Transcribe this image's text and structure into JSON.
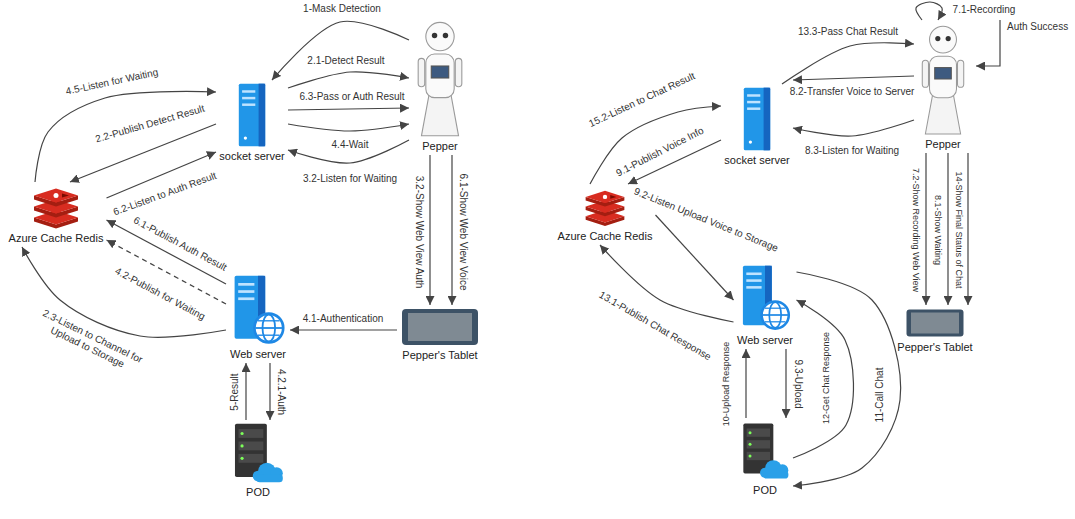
{
  "diagram": {
    "nodes": [
      {
        "text": [
          "socket server"
        ]
      },
      {
        "text": [
          "Pepper"
        ]
      },
      {
        "text": [
          "Azure Cache Redis"
        ]
      },
      {
        "text": [
          "Web server"
        ]
      },
      {
        "text": [
          "Pepper's Tablet"
        ]
      },
      {
        "text": [
          "POD"
        ]
      },
      {
        "text": [
          "socket server"
        ]
      },
      {
        "text": [
          "Pepper"
        ]
      },
      {
        "text": [
          "Azure Cache Redis"
        ]
      },
      {
        "text": [
          "Web server"
        ]
      },
      {
        "text": [
          "Pepper's Tablet"
        ]
      },
      {
        "text": [
          "POD"
        ]
      }
    ],
    "edges": [
      {
        "from": 1,
        "to": 0,
        "label": "1-Mask Detection",
        "arrow": "to"
      },
      {
        "from": 0,
        "to": 1,
        "label": "2.1-Detect Result",
        "arrow": "to"
      },
      {
        "from": 0,
        "to": 1,
        "label": "6.3-Pass or Auth Result",
        "arrow": "to"
      },
      {
        "from": 0,
        "to": 1,
        "label": "4.4-Wait",
        "arrow": "to"
      },
      {
        "from": 1,
        "to": 0,
        "label": "3.2-Listen for Waiting",
        "arrow": "to"
      },
      {
        "from": 2,
        "to": 0,
        "label": "4.5-Listen for Waiting",
        "arrow": "to"
      },
      {
        "from": 0,
        "to": 2,
        "label": "2.2-Publish Detect Result",
        "arrow": "to"
      },
      {
        "from": 2,
        "to": 0,
        "label": "6.2-Listen to Auth Result",
        "arrow": "to"
      },
      {
        "from": 3,
        "to": 2,
        "label": "6.1-Publish Auth Result",
        "arrow": "to"
      },
      {
        "from": 3,
        "to": 2,
        "label": "4.2-Publish for Waiting",
        "arrow": "to"
      },
      {
        "from": 3,
        "to": 2,
        "label": "2.3-Listen to Channel for Upload to Storage",
        "arrow": "to"
      },
      {
        "from": 1,
        "to": 4,
        "label": "3.2-Show Web View Auth",
        "arrow": "to"
      },
      {
        "from": 1,
        "to": 4,
        "label": "6.1-Show Web View Voice",
        "arrow": "to"
      },
      {
        "from": 4,
        "to": 3,
        "label": "4.1-Authentication",
        "arrow": "to"
      },
      {
        "from": 5,
        "to": 3,
        "label": "5-Result",
        "arrow": "to"
      },
      {
        "from": 3,
        "to": 5,
        "label": "4.2.1-Auth",
        "arrow": "to"
      },
      {
        "from": 7,
        "to": 7,
        "label": "7.1-Recording",
        "arrow": "to"
      },
      {
        "from": 6,
        "to": 7,
        "label": "13.3-Pass Chat Result",
        "arrow": "to"
      },
      {
        "from": 7,
        "to": 6,
        "label": "8.2-Transfer Voice to Server",
        "arrow": "to"
      },
      {
        "from": 7,
        "to": 6,
        "label": "8.3-Listen for Waiting",
        "arrow": "to"
      },
      {
        "from": 8,
        "to": 6,
        "label": "15.2-Listen to Chat Result",
        "arrow": "to"
      },
      {
        "from": 6,
        "to": 8,
        "label": "9.1-Publish Voice Info",
        "arrow": "to"
      },
      {
        "from": 8,
        "to": 9,
        "label": "9.2-Listen Upload Voice to Storage",
        "arrow": "to"
      },
      {
        "from": 9,
        "to": 8,
        "label": "13.1-Publish Chat Response",
        "arrow": "to"
      },
      {
        "from": 11,
        "to": 9,
        "label": "10-Upload Response",
        "arrow": "to"
      },
      {
        "from": 9,
        "to": 11,
        "label": "9.3-Upload",
        "arrow": "to"
      },
      {
        "from": 11,
        "to": 9,
        "label": "12-Get Chat Response",
        "arrow": "to"
      },
      {
        "from": 9,
        "to": 11,
        "label": "11-Call Chat",
        "arrow": "to"
      },
      {
        "from": 7,
        "to": 10,
        "label": "7.2-Show Recording Web View",
        "arrow": "to"
      },
      {
        "from": 7,
        "to": 10,
        "label": "8.1-Show Waiting",
        "arrow": "to"
      },
      {
        "from": 7,
        "to": 10,
        "label": "14-Show Final Status of Chat",
        "arrow": "to"
      }
    ],
    "labels": [
      "Auth Success"
    ]
  }
}
